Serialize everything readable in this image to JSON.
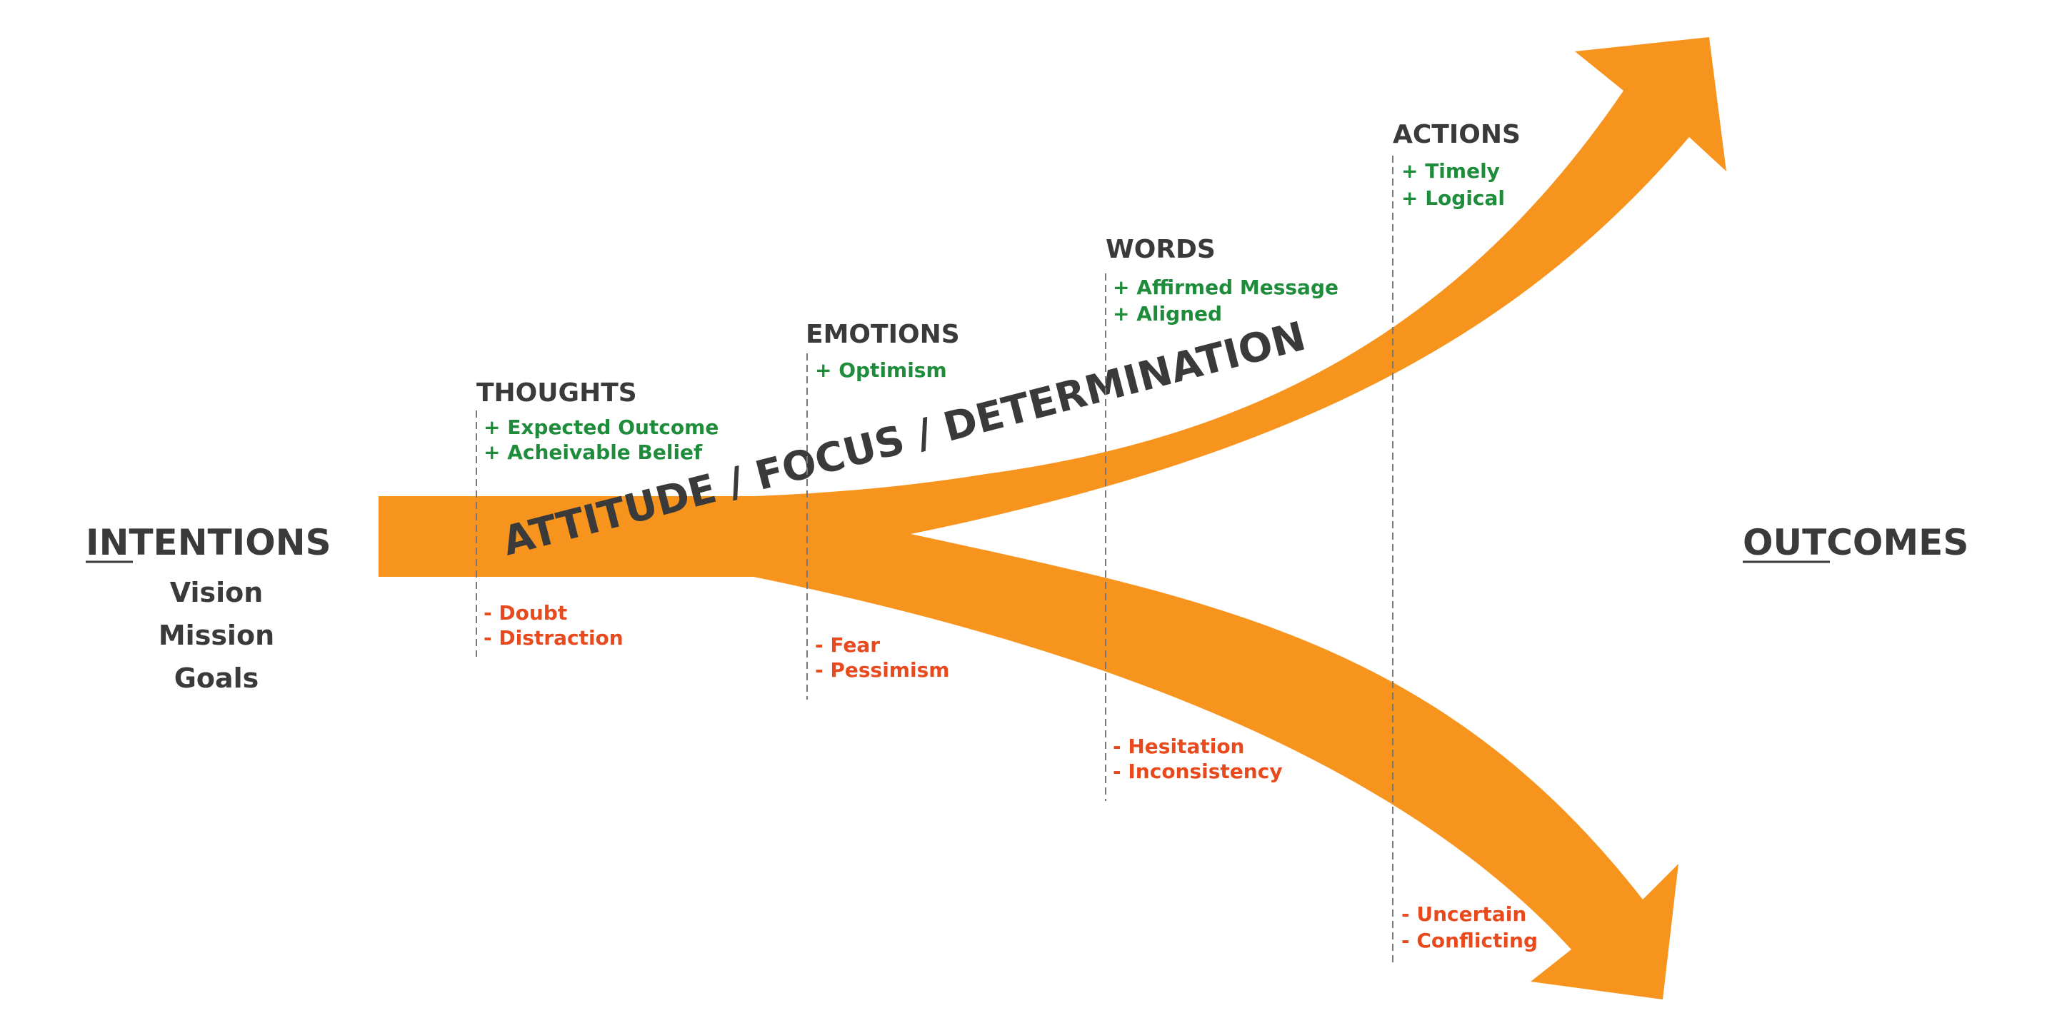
{
  "colors": {
    "arrow": "#F7941E",
    "positive": "#1E8C3A",
    "negative": "#E8491D",
    "text": "#3A3A3A",
    "divider": "#777777"
  },
  "intentions": {
    "title_underlined": "IN",
    "title_rest": "TENTIONS",
    "items": [
      "Vision",
      "Mission",
      "Goals"
    ]
  },
  "outcomes": {
    "title_underlined": "OUT",
    "title_rest": "COMES"
  },
  "arrow_label": "ATTITUDE / FOCUS / DETERMINATION",
  "stages": [
    {
      "heading": "THOUGHTS",
      "positives": [
        "+ Expected Outcome",
        "+ Acheivable Belief"
      ],
      "negatives": [
        "- Doubt",
        "- Distraction"
      ]
    },
    {
      "heading": "EMOTIONS",
      "positives": [
        "+ Optimism"
      ],
      "negatives": [
        "- Fear",
        "- Pessimism"
      ]
    },
    {
      "heading": "WORDS",
      "positives": [
        "+ Affirmed Message",
        "+ Aligned"
      ],
      "negatives": [
        "- Hesitation",
        "- Inconsistency"
      ]
    },
    {
      "heading": "ACTIONS",
      "positives": [
        "+ Timely",
        "+ Logical"
      ],
      "negatives": [
        "- Uncertain",
        "- Conflicting"
      ]
    }
  ]
}
